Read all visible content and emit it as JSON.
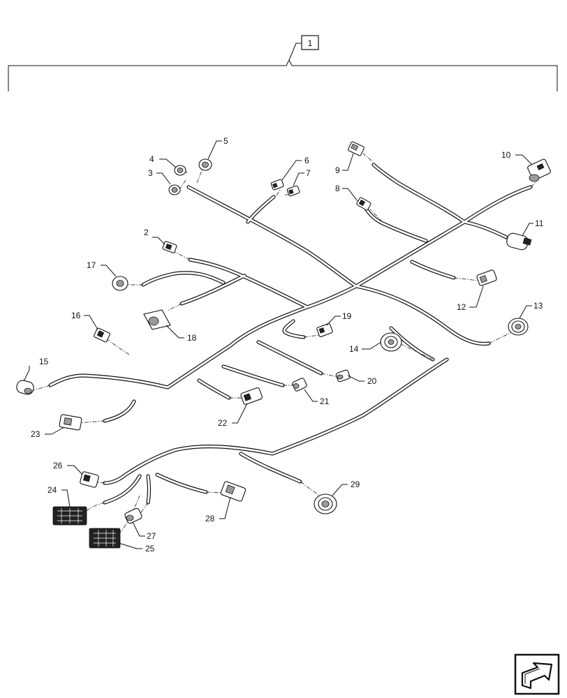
{
  "assembly_label": "1",
  "callouts": [
    {
      "id": "2",
      "text": "2"
    },
    {
      "id": "3",
      "text": "3"
    },
    {
      "id": "4",
      "text": "4"
    },
    {
      "id": "5",
      "text": "5"
    },
    {
      "id": "6",
      "text": "6"
    },
    {
      "id": "7",
      "text": "7"
    },
    {
      "id": "8",
      "text": "8"
    },
    {
      "id": "9",
      "text": "9"
    },
    {
      "id": "10",
      "text": "10"
    },
    {
      "id": "11",
      "text": "11"
    },
    {
      "id": "12",
      "text": "12"
    },
    {
      "id": "13",
      "text": "13"
    },
    {
      "id": "14",
      "text": "14"
    },
    {
      "id": "15",
      "text": "15"
    },
    {
      "id": "16",
      "text": "16"
    },
    {
      "id": "17",
      "text": "17"
    },
    {
      "id": "18",
      "text": "18"
    },
    {
      "id": "19",
      "text": "19"
    },
    {
      "id": "20",
      "text": "20"
    },
    {
      "id": "21",
      "text": "21"
    },
    {
      "id": "22",
      "text": "22"
    },
    {
      "id": "23",
      "text": "23"
    },
    {
      "id": "24",
      "text": "24"
    },
    {
      "id": "25",
      "text": "25"
    },
    {
      "id": "26",
      "text": "26"
    },
    {
      "id": "27",
      "text": "27"
    },
    {
      "id": "28",
      "text": "28"
    },
    {
      "id": "29",
      "text": "29"
    }
  ],
  "nav_icon": "next-page-arrow-icon"
}
